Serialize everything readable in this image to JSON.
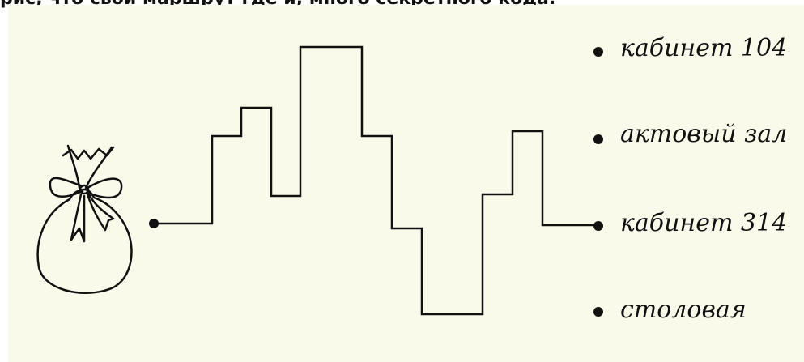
{
  "header": {
    "text": "рис, что свой маршрут где и, много секретного кода."
  },
  "labels": [
    "кабинет 104",
    "актовый зал",
    "кабинет 314",
    "столовая"
  ]
}
